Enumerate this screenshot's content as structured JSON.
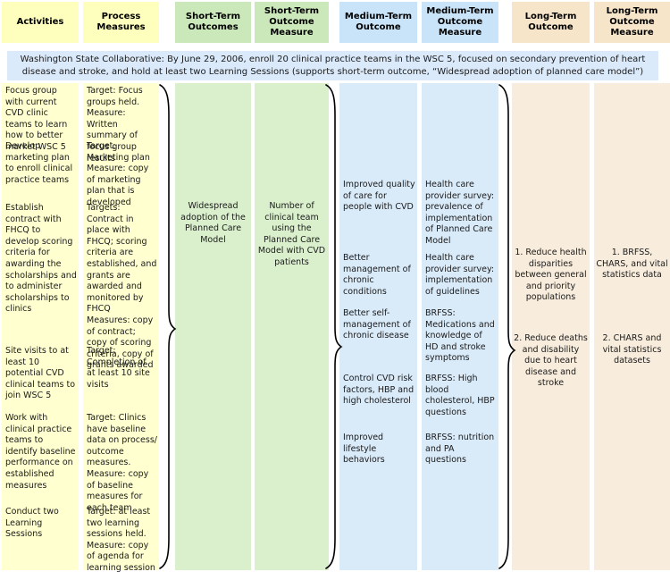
{
  "headers": [
    "Activities",
    "Process Measures",
    "Short-Term Outcomes",
    "Short-Term Outcome Measure",
    "Medium-Term Outcome",
    "Medium-Term Outcome Measure",
    "Long-Term Outcome",
    "Long-Term Outcome Measure"
  ],
  "banner": {
    "text": "Washington State Collaborative: By June 29, 2006, enroll 20 clinical practice teams in the WSC 5, focused on secondary prevention of heart\ndisease and stroke, and hold at least two Learning Sessions (supports short-term outcome, “Widespread adoption of planned care model”)"
  },
  "columns": {
    "activities": {
      "items": [
        "Focus group with current CVD clinic teams to learn how to better market WSC 5",
        "Develop marketing plan to enroll clinical practice teams",
        "Establish contract with FHCQ to develop scoring criteria for awarding the scholarships and to administer scholarships to clinics",
        "Site visits to at least 10 potential CVD clinical teams to join WSC 5",
        "Work with clinical practice teams to identify baseline performance on established measures",
        "Conduct two Learning Sessions"
      ]
    },
    "process_measures": {
      "items": [
        "Target: Focus groups held.\nMeasure: Written summary of focus group results",
        "Target: Marketing plan\nMeasure: copy of marketing plan that is developed",
        "Targets: Contract in place with FHCQ; scoring criteria are established, and grants are awarded and monitored by FHCQ\nMeasures: copy of contract; copy of scoring criteria, copy of grants awarded",
        "Target: Completion of at least 10 site visits",
        "Target: Clinics have baseline data on process/ outcome measures.\nMeasure: copy of baseline measures for each team",
        "Target: at least two learning sessions held.\nMeasure: copy of agenda for learning session"
      ]
    },
    "short_term_outcomes": {
      "items": [
        "Widespread adoption of the Planned Care Model"
      ]
    },
    "short_term_outcome_measures": {
      "items": [
        "Number of clinical team using the Planned Care Model with CVD patients"
      ]
    },
    "medium_term_outcomes": {
      "items": [
        "Improved quality of care for people with CVD",
        "Better management of chronic conditions",
        "Better self-management of chronic disease",
        "Control CVD risk factors, HBP and high cholesterol",
        "Improved lifestyle behaviors"
      ]
    },
    "medium_term_outcome_measures": {
      "items": [
        "Health care provider survey: prevalence of implementation of Planned Care Model",
        "Health care provider survey: implementation of guidelines",
        "BRFSS: Medications and knowledge of HD and stroke symptoms",
        "BRFSS: High blood cholesterol, HBP questions",
        "BRFSS: nutrition and PA questions"
      ]
    },
    "long_term_outcomes": {
      "items": [
        "1. Reduce health disparities between general and priority populations",
        "2. Reduce deaths and disability due to heart disease and stroke"
      ]
    },
    "long_term_outcome_measures": {
      "items": [
        "1. BRFSS, CHARS, and vital statistics data",
        "2. CHARS and vital statistics datasets"
      ]
    }
  },
  "colors": {
    "header_yellow": "#FFFFBD",
    "body_yellow": "#FFFFCF",
    "header_green": "#CBE8BA",
    "body_green": "#DAF0CD",
    "header_blue": "#C9E4F8",
    "body_blue": "#D9EAF9",
    "header_tan": "#F6E5C9",
    "body_tan": "#F8ECDC",
    "banner_blue": "#DBEAFB",
    "text": "#1A1A1A"
  }
}
